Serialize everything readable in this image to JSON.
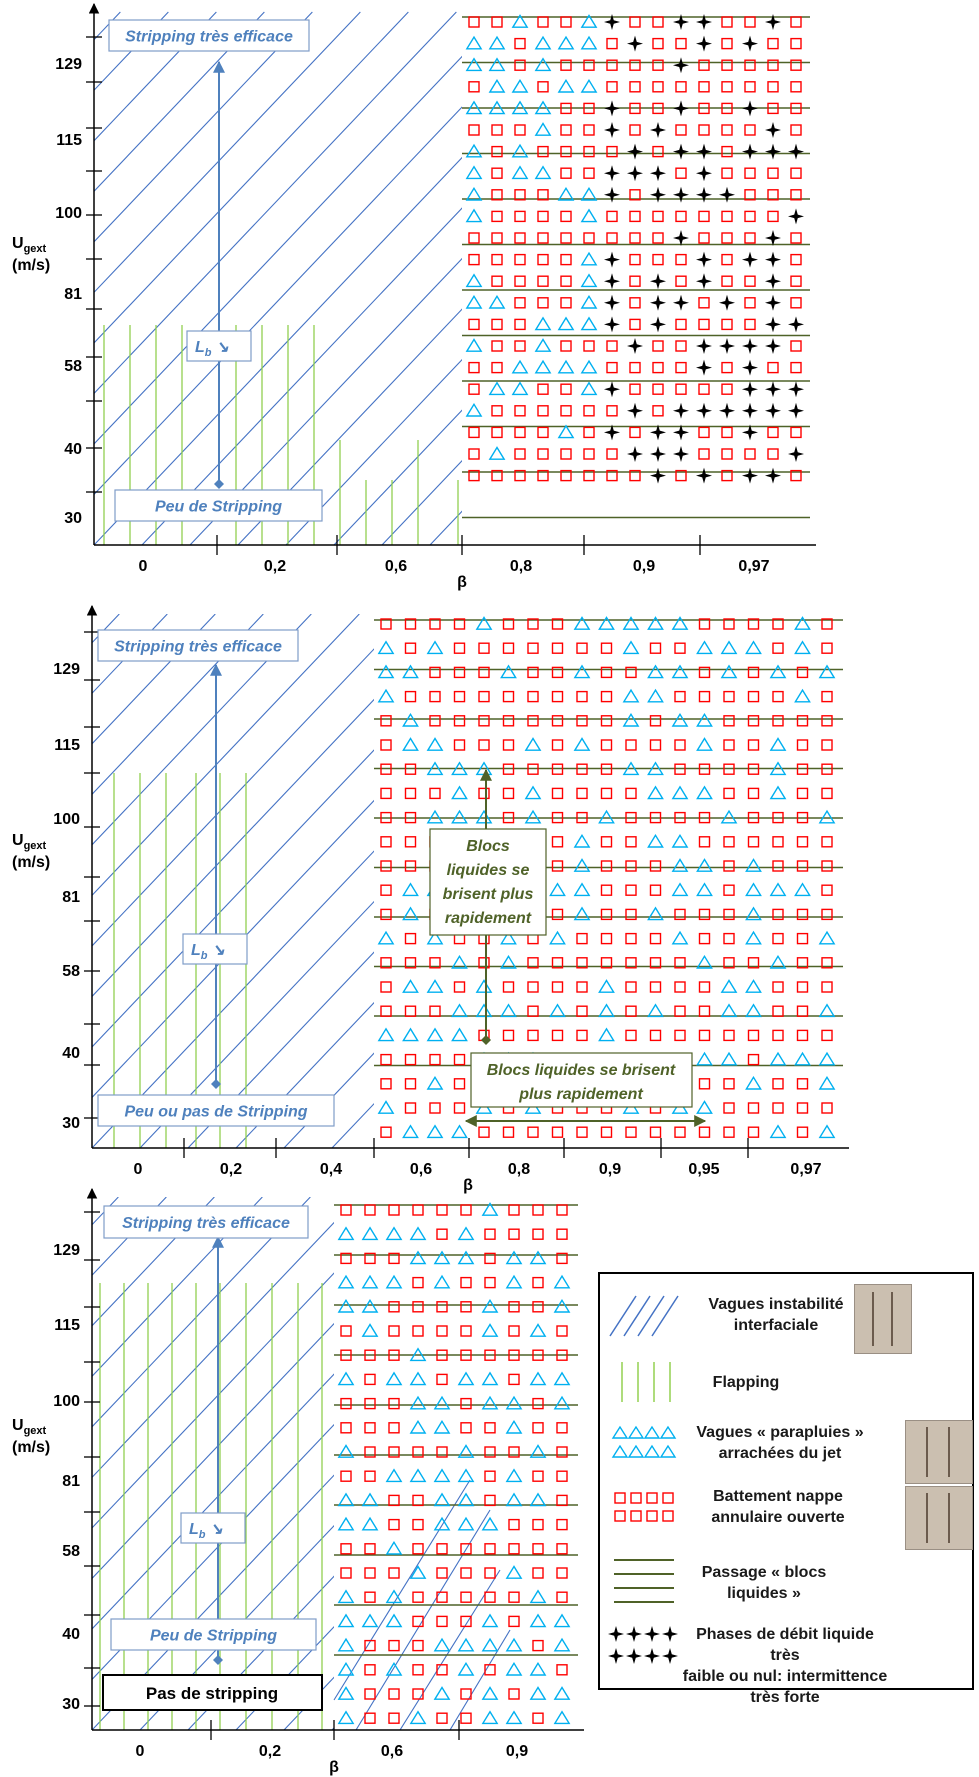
{
  "colors": {
    "wave_line": "#4472c4",
    "flapping_line": "#92d050",
    "triangle": "#00b0f0",
    "square": "#ff0000",
    "bloc_line": "#4f6228",
    "bloc_box_text": "#4f6228",
    "axis": "#000000",
    "callout_text": "#4f81bd"
  },
  "panels": [
    {
      "y_labels": [
        "129",
        "115",
        "100",
        "81",
        "58",
        "40",
        "30"
      ],
      "ylabel_main": "U",
      "ylabel_sub": "gext",
      "ylabel_unit": "(m/s)",
      "x_labels": [
        "0",
        "0,2",
        "0,6",
        "0,8",
        "0,9",
        "0,97"
      ],
      "xlabel": "β",
      "top_callout": "Stripping très efficace",
      "bottom_callout": "Peu de Stripping",
      "lb_label": "L",
      "lb_sub": "b",
      "lb_arrow": "↘"
    },
    {
      "y_labels": [
        "129",
        "115",
        "100",
        "81",
        "58",
        "40",
        "30"
      ],
      "ylabel_main": "U",
      "ylabel_sub": "gext",
      "ylabel_unit": "(m/s)",
      "x_labels": [
        "0",
        "0,2",
        "0,4",
        "0,6",
        "0,8",
        "0,9",
        "0,95",
        "0,97"
      ],
      "xlabel": "β",
      "top_callout": "Stripping très efficace",
      "bottom_callout": "Peu ou pas de Stripping",
      "lb_label": "L",
      "lb_sub": "b",
      "lb_arrow": "↘",
      "bloc_box_vertical": [
        "Blocs",
        "liquides se",
        "brisent plus",
        "rapidement"
      ],
      "bloc_box_horizontal": [
        "Blocs liquides se brisent",
        "plus rapidement"
      ]
    },
    {
      "y_labels": [
        "129",
        "115",
        "100",
        "81",
        "58",
        "40",
        "30"
      ],
      "ylabel_main": "U",
      "ylabel_sub": "gext",
      "ylabel_unit": "(m/s)",
      "x_labels": [
        "0",
        "0,2",
        "0,6",
        "0,9"
      ],
      "xlabel": "β",
      "top_callout": "Stripping très efficace",
      "bottom_callout": "Peu de Stripping",
      "no_stripping": "Pas de stripping",
      "lb_label": "L",
      "lb_sub": "b",
      "lb_arrow": "↘"
    }
  ],
  "legend": {
    "items": [
      {
        "icon": "wave-lines-icon",
        "text": [
          "Vagues instabilité",
          "interfaciale"
        ]
      },
      {
        "icon": "flapping-lines-icon",
        "text": [
          "Flapping"
        ]
      },
      {
        "icon": "triangles-icon",
        "text": [
          "Vagues « parapluies »",
          "arrachées du jet"
        ]
      },
      {
        "icon": "squares-icon",
        "text": [
          "Battement nappe",
          "annulaire ouverte"
        ]
      },
      {
        "icon": "bloc-lines-icon",
        "text": [
          "Passage « blocs",
          "liquides »"
        ]
      },
      {
        "icon": "stars-icon",
        "text": [
          "Phases de débit liquide très",
          "faible ou nul: intermittence",
          "très forte"
        ]
      }
    ]
  }
}
